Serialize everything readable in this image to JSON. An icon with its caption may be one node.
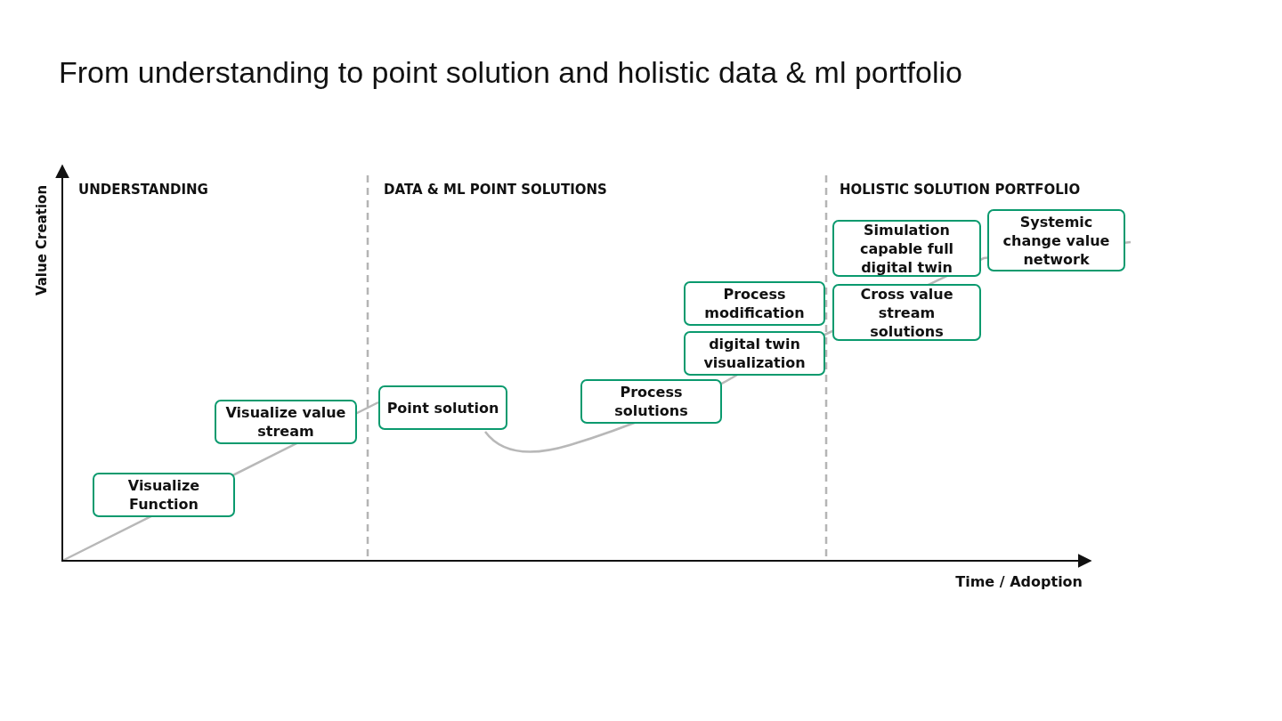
{
  "diagram": {
    "title": "From understanding to point solution and holistic data & ml portfolio",
    "nodes": [
      {
        "text": [
          "Visualize Function"
        ]
      },
      {
        "text": [
          "Visualize value stream"
        ]
      },
      {
        "text": [
          "Point solution"
        ]
      },
      {
        "text": [
          "Process solutions"
        ]
      },
      {
        "text": [
          "Process modification"
        ]
      },
      {
        "text": [
          "digital twin visualization"
        ]
      },
      {
        "text": [
          "Simulation capable full digital twin"
        ]
      },
      {
        "text": [
          "Cross value stream solutions"
        ]
      },
      {
        "text": [
          "Systemic change value network"
        ]
      }
    ],
    "edges": [],
    "labels": [
      "UNDERSTANDING",
      "DATA & ML POINT SOLUTIONS",
      "HOLISTIC SOLUTION PORTFOLIO",
      "Value Creation",
      "Time / Adoption"
    ]
  }
}
